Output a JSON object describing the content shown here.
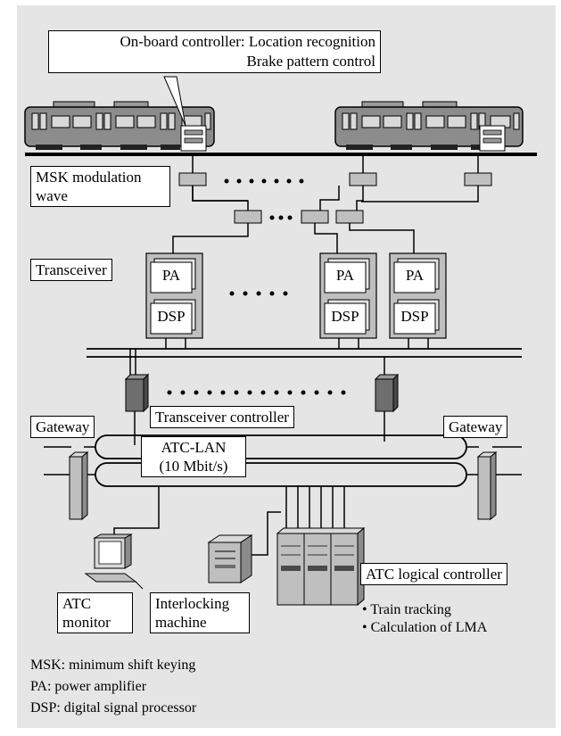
{
  "labels": {
    "onboard_line1": "On-board controller: Location recognition",
    "onboard_line2": "Brake pattern control",
    "msk_line1": "MSK modulation",
    "msk_line2": "wave",
    "transceiver": "Transceiver",
    "pa": "PA",
    "dsp": "DSP",
    "transceiver_controller": "Transceiver controller",
    "gateway_left": "Gateway",
    "gateway_right": "Gateway",
    "atc_lan_line1": "ATC-LAN",
    "atc_lan_line2": "(10 Mbit/s)",
    "atc_monitor_line1": "ATC",
    "atc_monitor_line2": "monitor",
    "interlocking_line1": "Interlocking",
    "interlocking_line2": "machine",
    "atc_logical_controller": "ATC logical controller",
    "bullet_1": "• Train tracking",
    "bullet_2": "• Calculation of LMA"
  },
  "legend": [
    "MSK: minimum shift keying",
    "PA: power amplifier",
    "DSP: digital signal processor"
  ],
  "colors": {
    "panel_background": "#e5e5e5",
    "train_body": "#8c8c8c",
    "equipment": "#bfbfbf",
    "controller": "#6e6e6e",
    "line": "#000000"
  }
}
